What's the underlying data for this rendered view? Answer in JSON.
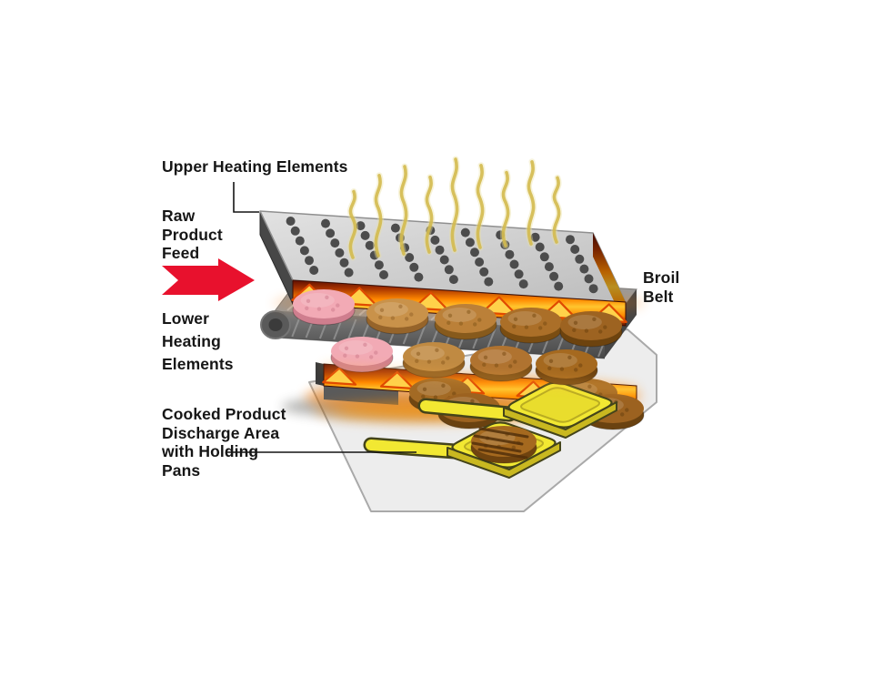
{
  "labels": {
    "upper_heating": "Upper Heating Elements",
    "raw_product_feed": "Raw\nProduct\nFeed",
    "broil_belt": "Broil\nBelt",
    "lower_heating": "Lower\nHeating\nElements",
    "cooked_product": "Cooked Product\nDischarge Area\nwith Holding\nPans"
  },
  "colors": {
    "arrow_red": "#e8112d",
    "heating_glow_orange": "#ff8800",
    "heating_core_yellow": "#ffc62e",
    "heating_dark_red": "#5e0f00",
    "heating_triangle_yellow": "#ffd24a",
    "raw_patty_pink": "#f2aab5",
    "cooked_patty_brown": "#a5691f",
    "pan_yellow": "#f2e832",
    "belt_gray": "#6e6e6e",
    "platform_gray": "#ededed",
    "heat_wave_yellow": "#d3ba4e",
    "text_black": "#161616"
  }
}
